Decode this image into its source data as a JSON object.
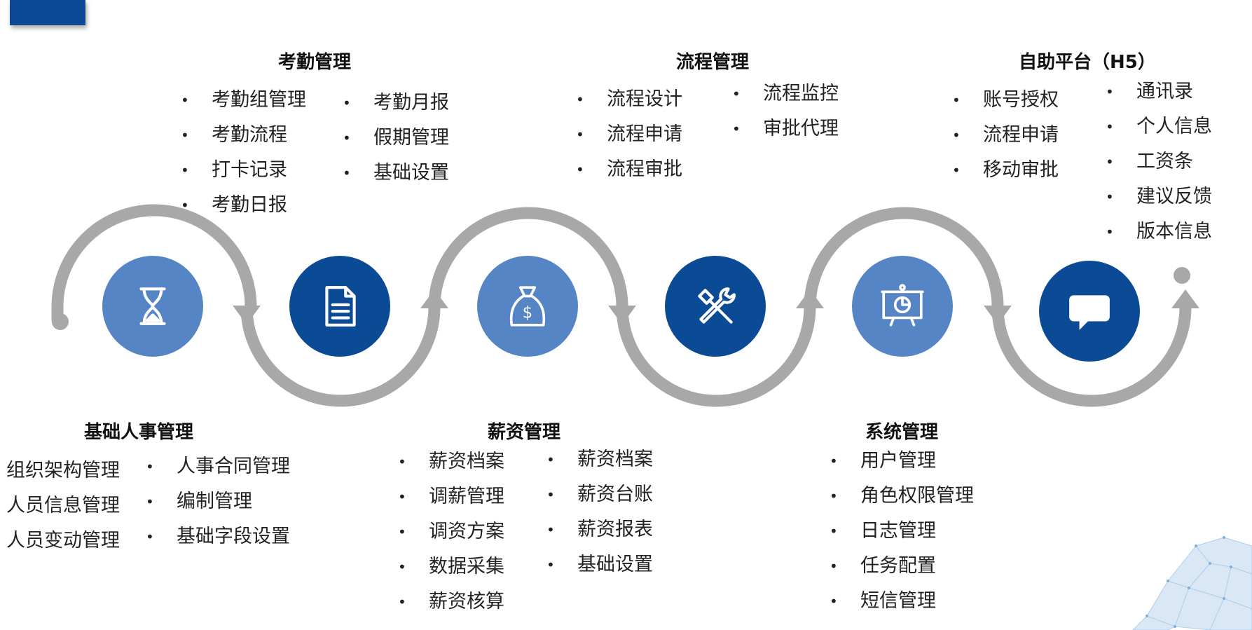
{
  "colors": {
    "accent_dark": "#0b4a94",
    "accent_light": "#5585c5",
    "track": "#a8a8a8"
  },
  "steps": [
    {
      "icon": "hourglass-icon",
      "title": "基础人事管理",
      "col1": [
        "组织架构管理",
        "人员信息管理",
        "人员变动管理"
      ],
      "col2": [
        "人事合同管理",
        "编制管理",
        "基础字段设置"
      ]
    },
    {
      "icon": "document-icon",
      "title": "考勤管理",
      "col1": [
        "考勤组管理",
        "考勤流程",
        "打卡记录",
        "考勤日报"
      ],
      "col2": [
        "考勤月报",
        "假期管理",
        "基础设置"
      ]
    },
    {
      "icon": "money-bag-icon",
      "title": "薪资管理",
      "col1": [
        "薪资档案",
        "调薪管理",
        "调资方案",
        "数据采集",
        "薪资核算"
      ],
      "col2": [
        "薪资档案",
        "薪资台账",
        "薪资报表",
        "基础设置"
      ]
    },
    {
      "icon": "tools-icon",
      "title": "流程管理",
      "col1": [
        "流程设计",
        "流程申请",
        "流程审批"
      ],
      "col2": [
        "流程监控",
        "审批代理"
      ]
    },
    {
      "icon": "presentation-board-icon",
      "title": "系统管理",
      "col1": [
        "用户管理",
        "角色权限管理",
        "日志管理",
        "任务配置",
        "短信管理"
      ]
    },
    {
      "icon": "chat-bubble-icon",
      "title": "自助平台（H5）",
      "col1": [
        "账号授权",
        "流程申请",
        "移动审批"
      ],
      "col2": [
        "通讯录",
        "个人信息",
        "工资条",
        "建议反馈",
        "版本信息"
      ]
    }
  ]
}
